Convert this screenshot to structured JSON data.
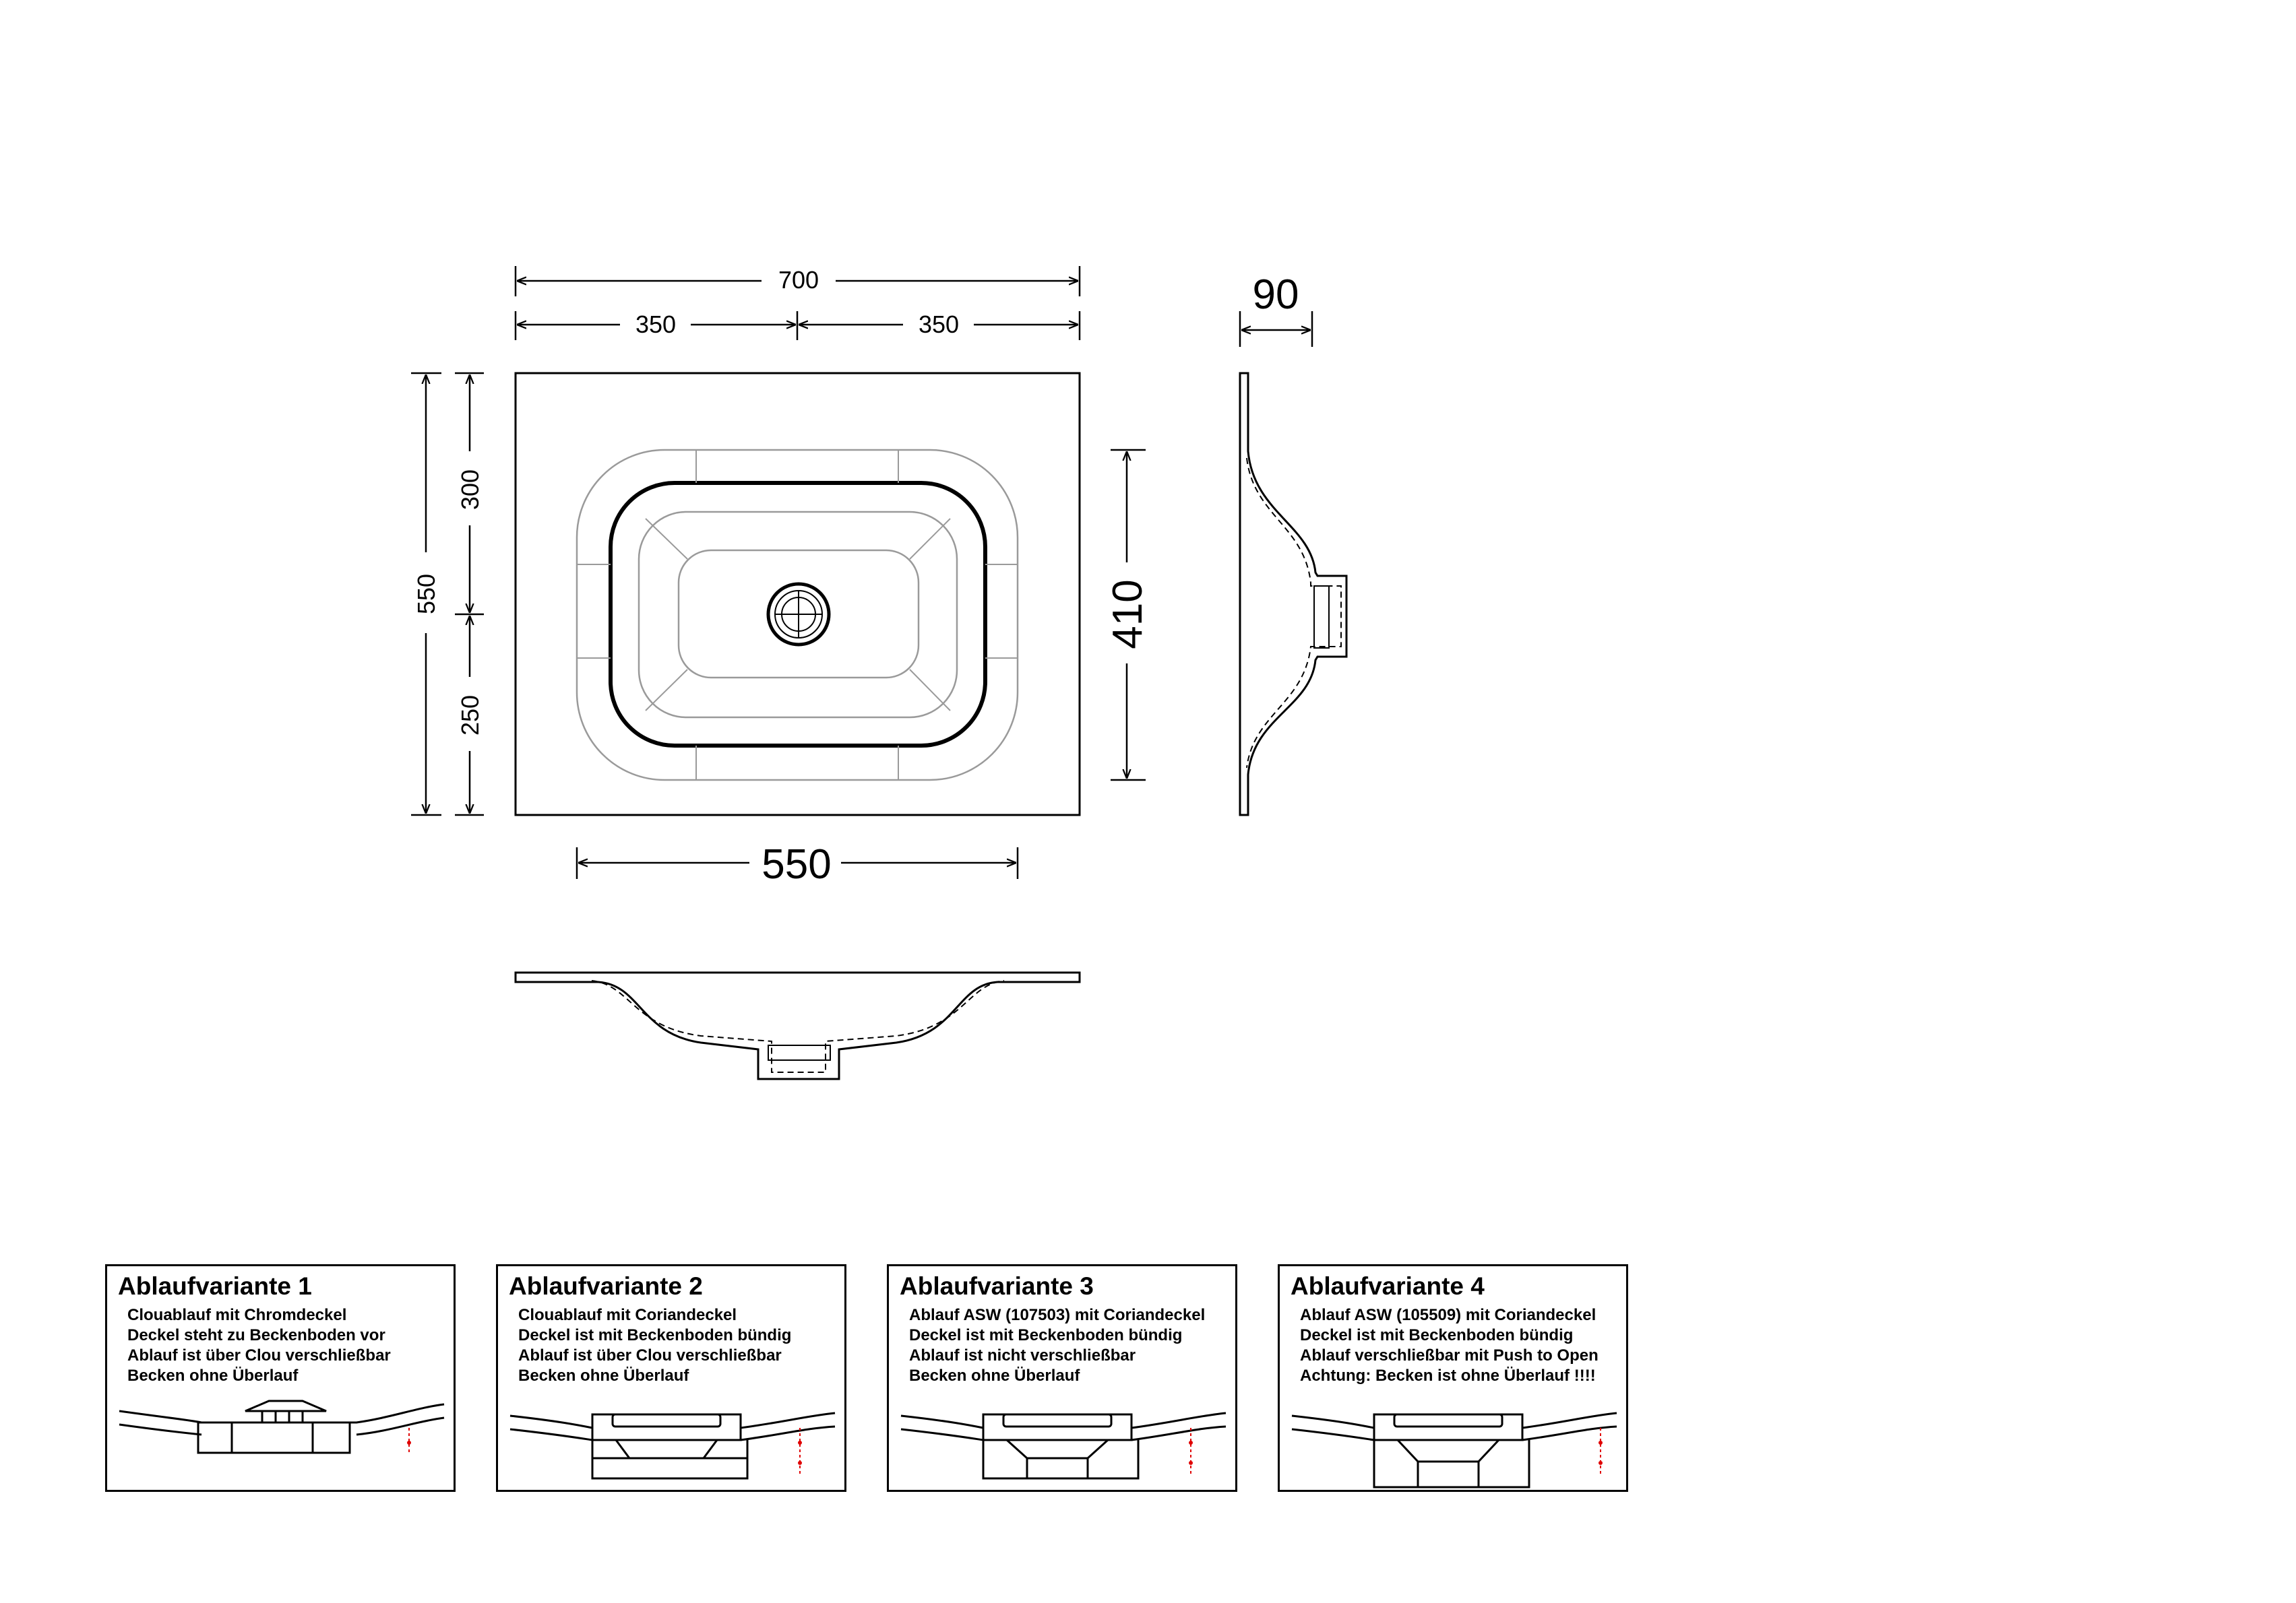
{
  "dimensions": {
    "total_width": "700",
    "half_width_left": "350",
    "half_width_right": "350",
    "total_depth": "550",
    "depth_rear": "300",
    "depth_front": "250",
    "basin_depth": "410",
    "basin_width": "550",
    "height": "90"
  },
  "variants": [
    {
      "title": "Ablaufvariante 1",
      "lines": [
        "Clouablauf mit Chromdeckel",
        "Deckel steht zu Beckenboden vor",
        "Ablauf ist über Clou verschließbar",
        "Becken ohne Überlauf"
      ]
    },
    {
      "title": "Ablaufvariante 2",
      "lines": [
        "Clouablauf mit Coriandeckel",
        "Deckel ist mit Beckenboden bündig",
        "Ablauf ist über Clou verschließbar",
        "Becken ohne Überlauf"
      ]
    },
    {
      "title": "Ablaufvariante 3",
      "lines": [
        "Ablauf ASW (107503) mit Coriandeckel",
        "Deckel ist mit Beckenboden bündig",
        "Ablauf ist nicht verschließbar",
        "Becken ohne Überlauf"
      ]
    },
    {
      "title": "Ablaufvariante 4",
      "lines": [
        "Ablauf ASW (105509) mit Coriandeckel",
        "Deckel ist mit Beckenboden bündig",
        "Ablauf verschließbar mit Push to Open",
        "Achtung: Becken ist ohne Überlauf !!!!"
      ]
    }
  ],
  "colors": {
    "line": "#000000",
    "light_line": "#9a9a9a",
    "accent": "#e00000"
  }
}
